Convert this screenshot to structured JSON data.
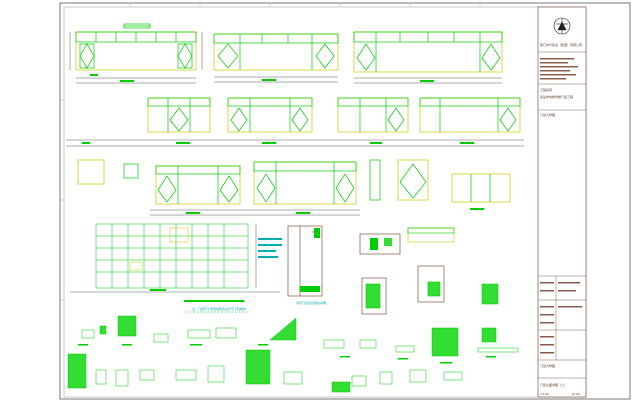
{
  "sheet": {
    "background": "#ffffff",
    "colors": {
      "frame": "#444444",
      "green": "#00cc00",
      "green_fill": "#33dd33",
      "yellow": "#c8c800",
      "dim": "#2a2a2a",
      "cyan": "#00b0b0",
      "brown": "#6a3a2a",
      "red": "#cc3333"
    }
  },
  "title_block": {
    "logo_icon": "company-logo",
    "company": "厦门中升建设（集团）有限公司",
    "project_label": "工程名称",
    "project": "某某学校教学楼门窗工程",
    "drawing_name": "门窗大样图",
    "drawing_title": "门窗立面详图（二）",
    "sheet_no": "JS-04",
    "scale": "1:100"
  },
  "notes": {
    "note_1": "注：门窗尺寸须现场核实后方可下料制作",
    "note_2": "详见门窗表及相关说明"
  }
}
